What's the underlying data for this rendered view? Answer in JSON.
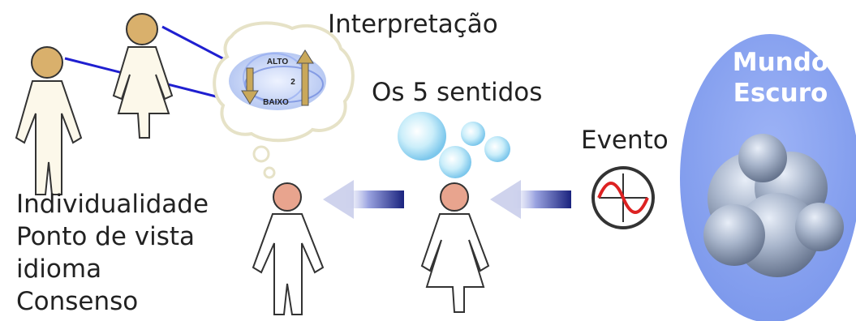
{
  "labels": {
    "interpretation": "Interpretação",
    "senses": "Os 5 sentidos",
    "event": "Evento"
  },
  "traits": [
    "Individualidade",
    "Ponto de vista",
    "idioma",
    "Consenso"
  ],
  "dark_world": {
    "line1": "Mundo",
    "line2": "Escuro"
  },
  "thought_bubble": {
    "top": "ALTO",
    "bottom": "BAIXO",
    "number": "2"
  },
  "colors": {
    "skin_light": "#d9b06c",
    "skin_pink": "#e8a48e",
    "body_fill": "#fcf8ea",
    "connector_line": "#1f1fd0",
    "arrow_dark": "#1a237e",
    "sphere": "#bfe6f7",
    "dark_world_ellipse": "#8aa4f0"
  },
  "icons": {
    "event_icon": "sine-wave-oscilloscope-icon",
    "senses_icon": "bubbles-icon",
    "dark_world_icon": "dark-blob-icon"
  }
}
